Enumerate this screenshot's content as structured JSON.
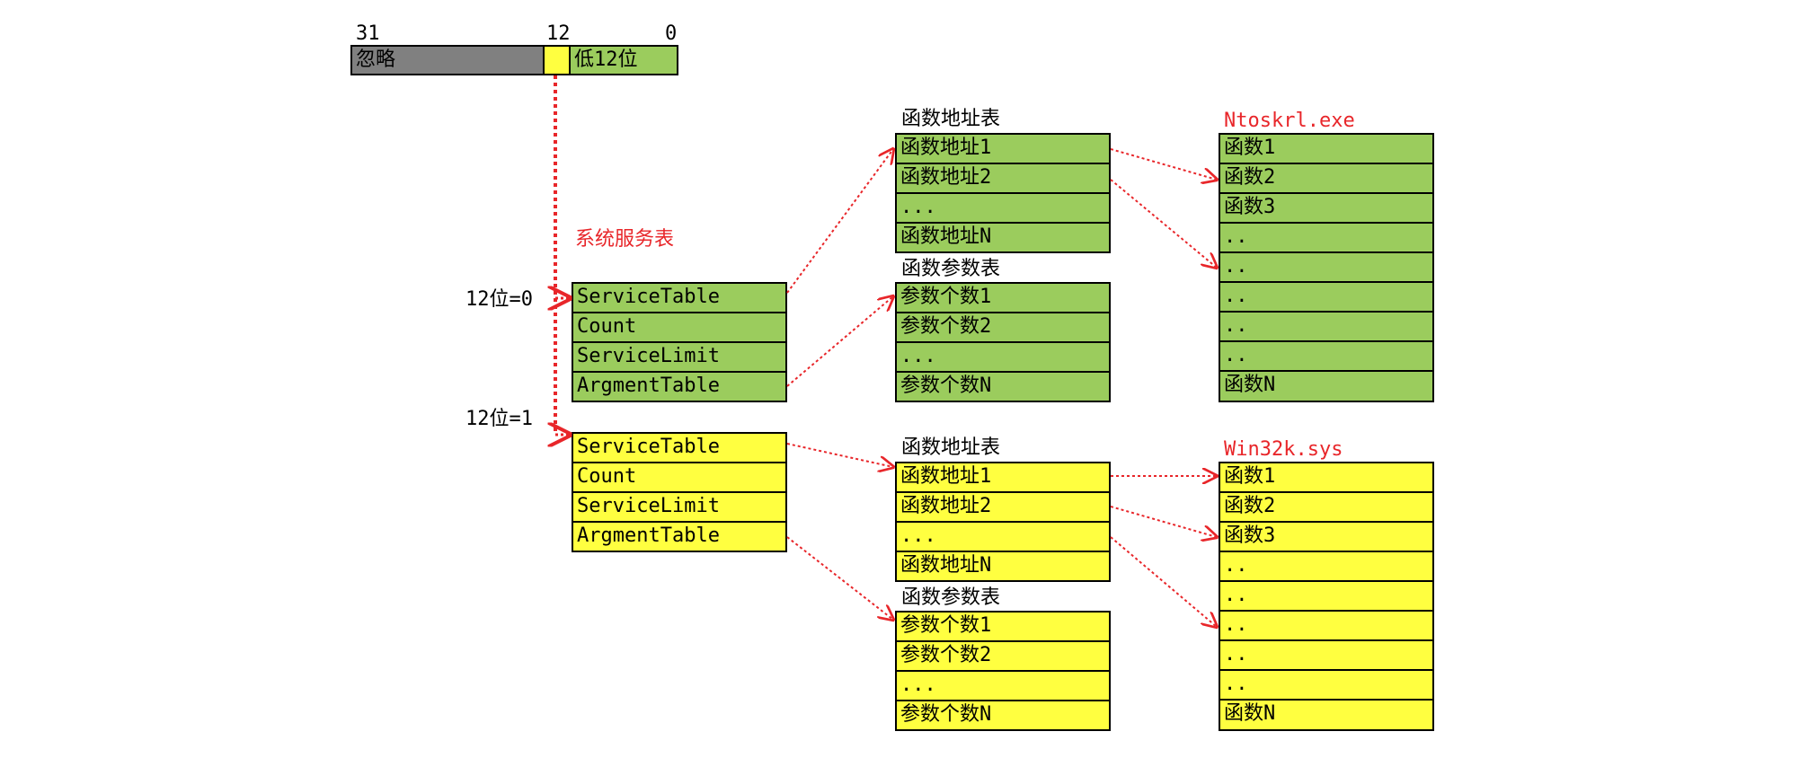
{
  "colors": {
    "green": "#9bcc5d",
    "yellow": "#ffff40",
    "gray": "#808080",
    "red": "#e8262a"
  },
  "bits": {
    "b31": "31",
    "b12": "12",
    "b0": "0",
    "ignore": "忽略",
    "low12": "低12位"
  },
  "sst_title": "系统服务表",
  "label_eq0": "12位=0",
  "label_eq1": "12位=1",
  "sst0": [
    "ServiceTable",
    "Count",
    "ServiceLimit",
    "ArgmentTable"
  ],
  "sst1": [
    "ServiceTable",
    "Count",
    "ServiceLimit",
    "ArgmentTable"
  ],
  "func_addr_title": "函数地址表",
  "func_addr": [
    "函数地址1",
    "函数地址2",
    "...",
    "函数地址N"
  ],
  "param_title": "函数参数表",
  "params": [
    "参数个数1",
    "参数个数2",
    "...",
    "参数个数N"
  ],
  "ntos_title": "Ntoskrl.exe",
  "win32k_title": "Win32k.sys",
  "funcs": [
    "函数1",
    "函数2",
    "函数3",
    "..",
    "..",
    "..",
    "..",
    "..",
    "函数N"
  ]
}
